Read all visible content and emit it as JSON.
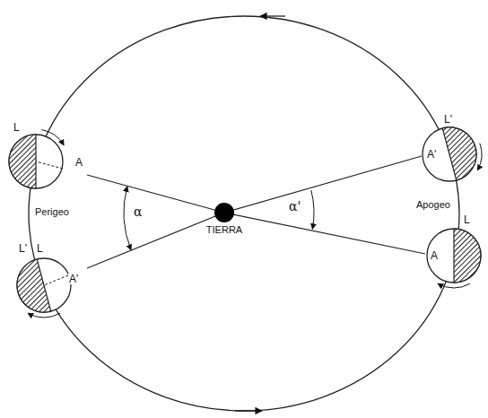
{
  "diagram": {
    "nodes": [
      {
        "text": [
          "TIERRA"
        ]
      }
    ],
    "labels": [
      "L",
      "A",
      "Perigeo",
      "L'",
      "L",
      "A'",
      "α",
      "α'",
      "L'",
      "A'",
      "Apogeo",
      "L",
      "A"
    ]
  }
}
